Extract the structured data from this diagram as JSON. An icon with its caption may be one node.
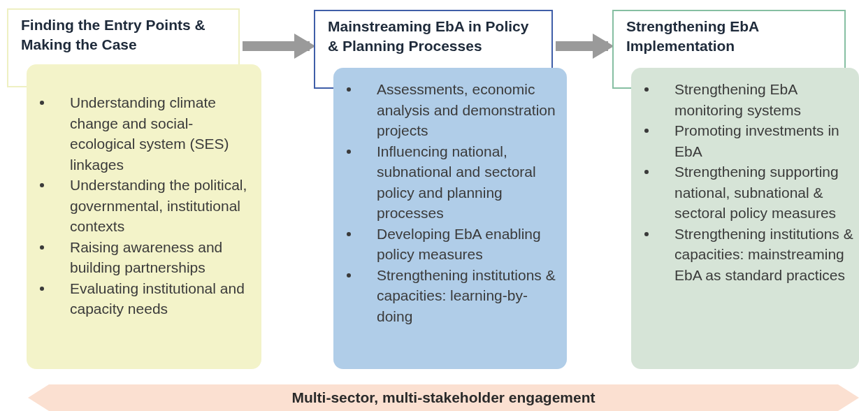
{
  "diagram": {
    "nodes": [
      {
        "text": [
          "Finding the Entry Points & Making the Case"
        ]
      },
      {
        "text": [
          "Understanding climate change and social-ecological system (SES) linkages",
          "Understanding the political, governmental, institutional contexts",
          "Raising awareness and building partnerships",
          "Evaluating institutional and capacity needs"
        ]
      },
      {
        "text": [
          "Mainstreaming EbA in Policy & Planning Processes"
        ]
      },
      {
        "text": [
          "Assessments, economic analysis and demonstration projects",
          "Influencing national, subnational and sectoral policy and planning processes",
          "Developing EbA enabling policy measures",
          "Strengthening institutions & capacities: learning-by-doing"
        ]
      },
      {
        "text": [
          "Strengthening EbA Implementation"
        ]
      },
      {
        "text": [
          "Strengthening EbA monitoring systems",
          "Promoting investments in EbA",
          "Strengthening supporting national, subnational & sectoral policy measures",
          "Strengthening institutions & capacities: mainstreaming EbA as standard practices"
        ]
      },
      {
        "text": [
          "Multi-sector, multi-stakeholder engagement"
        ]
      }
    ],
    "edges": [
      {
        "from": 0,
        "to": 2,
        "arrow": "to"
      },
      {
        "from": 2,
        "to": 4,
        "arrow": "to"
      }
    ]
  }
}
